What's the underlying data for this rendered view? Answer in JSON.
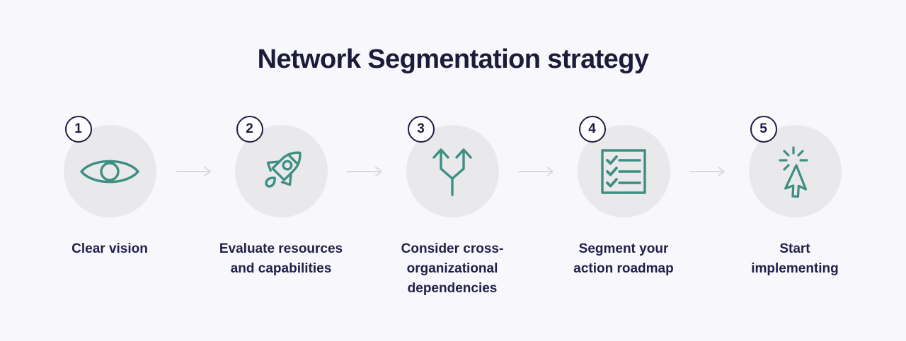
{
  "title": "Network Segmentation strategy",
  "colors": {
    "background": "#f8f8fc",
    "bubble_gray": "#e9e9ec",
    "icon_teal": "#3e8e82",
    "badge_navy": "#1d1d3f",
    "text_navy": "#20204a",
    "arrow_gray": "#d9d9de"
  },
  "steps": [
    {
      "number": "1",
      "icon": "eye-icon",
      "label": "Clear vision"
    },
    {
      "number": "2",
      "icon": "rocket-icon",
      "label": "Evaluate resources\nand capabilities"
    },
    {
      "number": "3",
      "icon": "branch-arrows-icon",
      "label": "Consider cross-\norganizational\ndependencies"
    },
    {
      "number": "4",
      "icon": "checklist-icon",
      "label": "Segment your\naction roadmap"
    },
    {
      "number": "5",
      "icon": "cursor-click-icon",
      "label": "Start\nimplementing"
    }
  ]
}
